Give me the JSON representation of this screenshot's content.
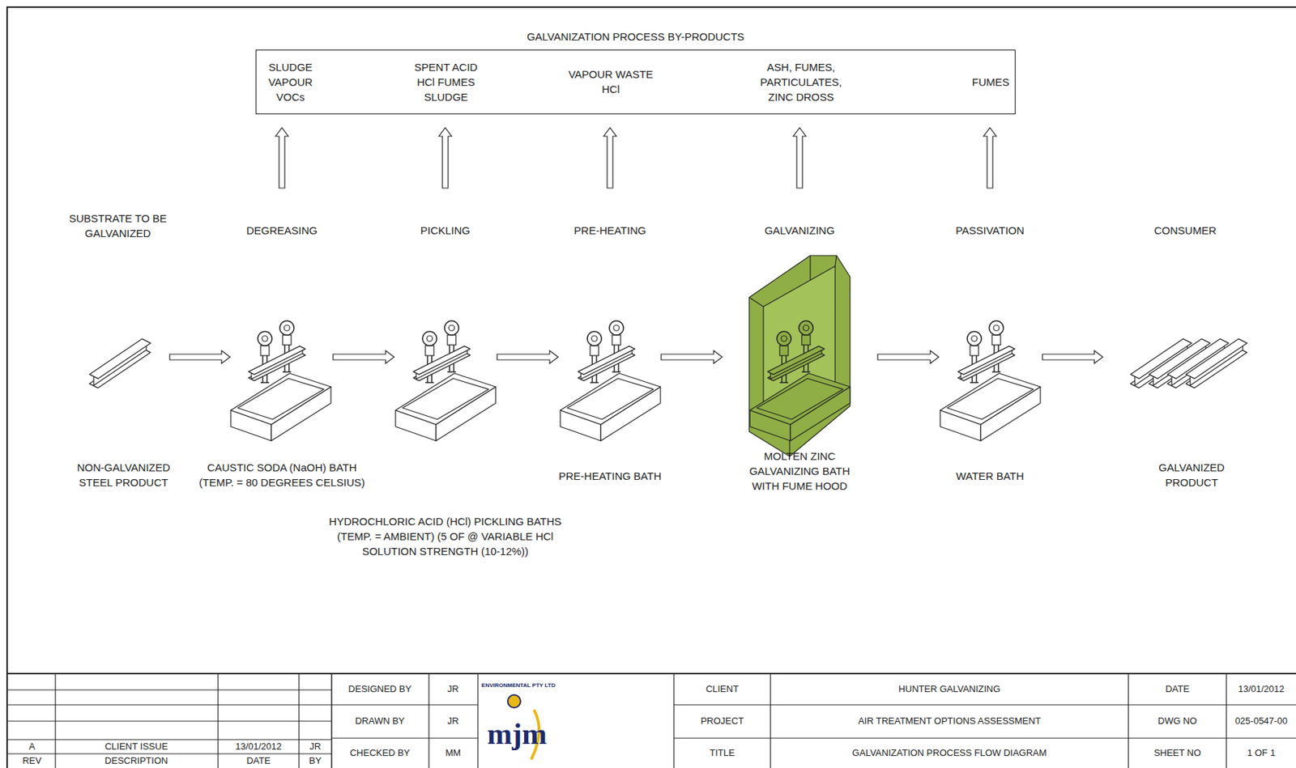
{
  "diagram": {
    "nodes": [
      {
        "text": [
          "GALVANIZATION PROCESS BY-PRODUCTS",
          "SLUDGE VAPOUR VOCs",
          "SPENT ACID HCl FUMES SLUDGE",
          "VAPOUR WASTE HCl",
          "ASH, FUMES, PARTICULATES, ZINC DROSS",
          "FUMES"
        ]
      }
    ],
    "labels": [
      "SUBSTRATE TO BE GALVANIZED",
      "DEGREASING",
      "PICKLING",
      "PRE-HEATING",
      "GALVANIZING",
      "PASSIVATION",
      "CONSUMER",
      "NON-GALVANIZED STEEL PRODUCT",
      "CAUSTIC SODA (NaOH) BATH (TEMP. = 80 DEGREES CELSIUS)",
      "HYDROCHLORIC ACID (HCl) PICKLING BATHS (TEMP. = AMBIENT) (5 OF @ VARIABLE HCl SOLUTION STRENGTH (10-12%))",
      "PRE-HEATING BATH",
      "MOLTEN ZINC GALVANIZING BATH WITH FUME HOOD",
      "WATER BATH",
      "GALVANIZED PRODUCT",
      "A",
      "CLIENT ISSUE",
      "13/01/2012",
      "JR",
      "REV",
      "DESCRIPTION",
      "DATE",
      "BY",
      "DESIGNED BY",
      "JR",
      "DRAWN BY",
      "JR",
      "CHECKED BY",
      "MM",
      "CLIENT",
      "HUNTER GALVANIZING",
      "PROJECT",
      "AIR TREATMENT OPTIONS ASSESSMENT",
      "TITLE",
      "GALVANIZATION PROCESS FLOW DIAGRAM",
      "DATE",
      "13/01/2012",
      "DWG NO",
      "025-0547-00",
      "SHEET NO",
      "1 OF 1",
      "ENVIRONMENTAL PTY LTD",
      "mjm"
    ]
  }
}
